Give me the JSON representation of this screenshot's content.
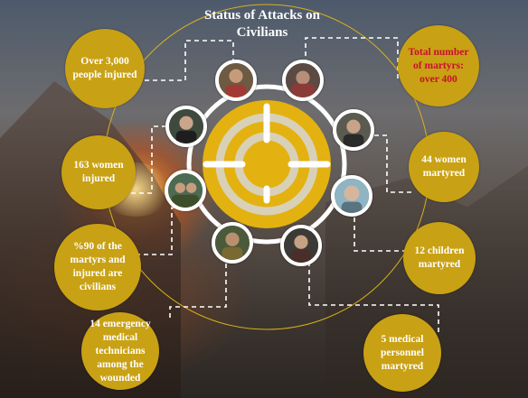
{
  "title": "Status of Attacks on Civilians",
  "stats": {
    "people_injured": "Over 3,000 people injured",
    "total_martyrs": "Total number of martyrs: over 400",
    "women_injured": "163 women injured",
    "women_martyred": "44 women martyred",
    "civilians_percent": "%90 of the martyrs and injured are civilians",
    "children_martyred": "12 children martyred",
    "emts_wounded": "14 emergency medical technicians among the wounded",
    "medical_martyred": "5 medical personnel martyred"
  },
  "colors": {
    "bubble": "#c9a114",
    "target": "#e3b210",
    "accent_text": "#c8102e",
    "lines": "#ffffff"
  },
  "icons": [
    "target-icon"
  ]
}
